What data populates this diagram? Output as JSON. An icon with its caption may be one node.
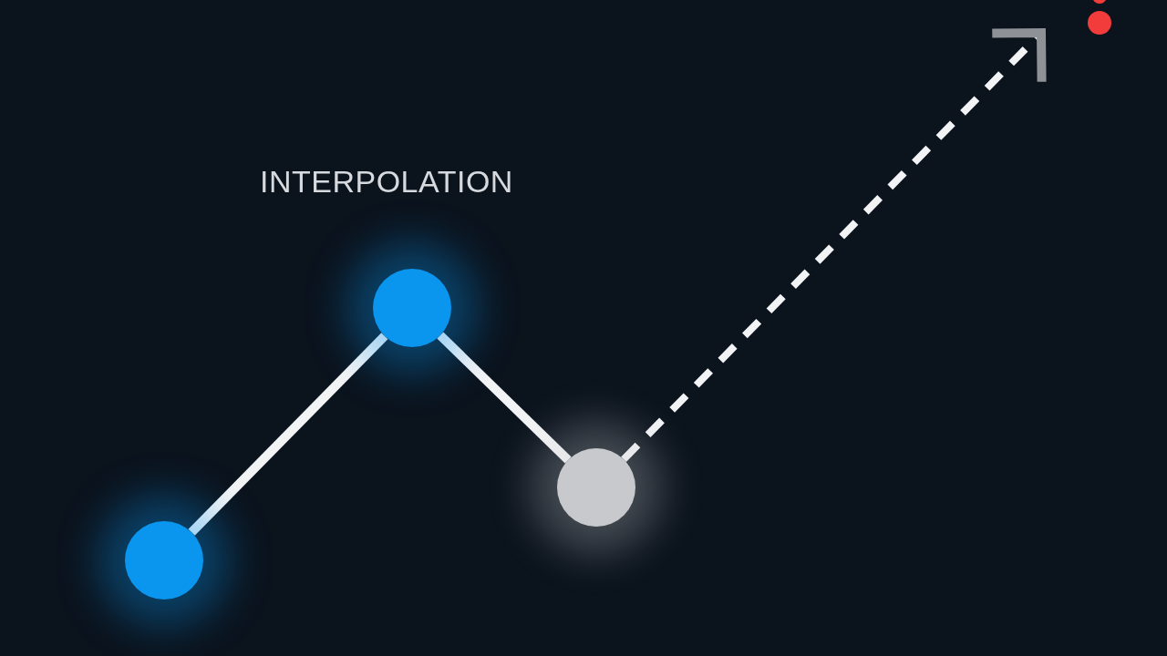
{
  "diagram": {
    "nodes": [
      {
        "text": [],
        "shape": "circle"
      },
      {
        "text": [],
        "shape": "circle"
      },
      {
        "text": [],
        "shape": "circle"
      }
    ],
    "edges": [
      {
        "from": 0,
        "to": 1,
        "arrow": "none"
      },
      {
        "from": 1,
        "to": 2,
        "arrow": "none"
      },
      {
        "from": 2,
        "to": null,
        "arrow": "to",
        "style": "dashed"
      }
    ],
    "labels": [
      "INTERPOLATION"
    ]
  }
}
